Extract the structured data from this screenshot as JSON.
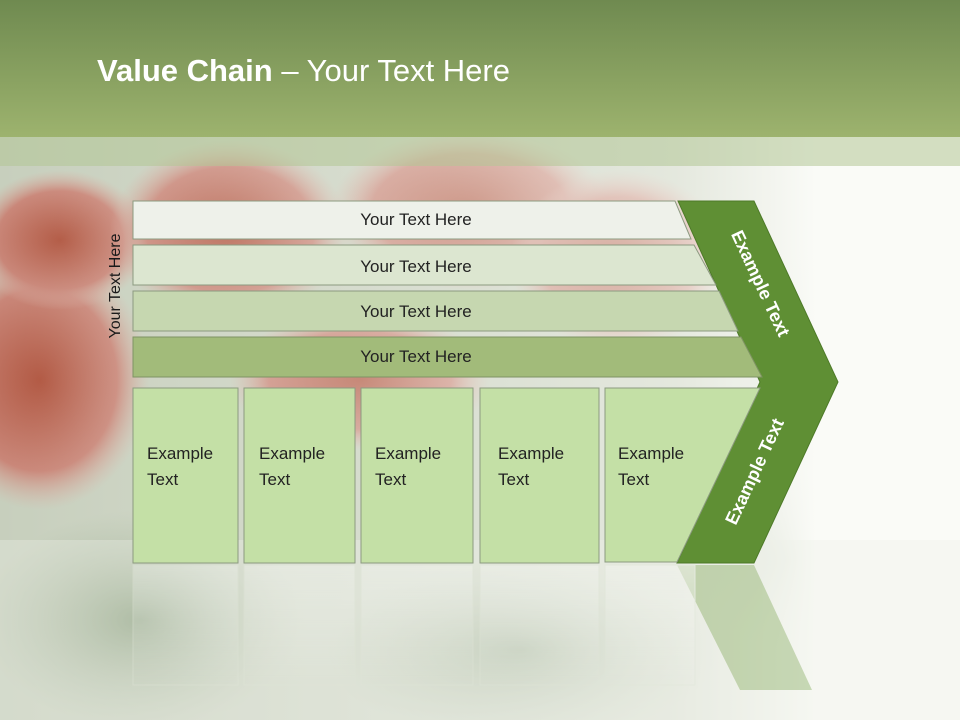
{
  "title": {
    "bold": "Value Chain",
    "rest": " – Your Text Here"
  },
  "vertical_label": "Your Text Here",
  "rows": [
    {
      "label": "Your Text Here",
      "fill": "#eef1ea"
    },
    {
      "label": "Your Text Here",
      "fill": "#dce6d0"
    },
    {
      "label": "Your Text Here",
      "fill": "#c6d7b0"
    },
    {
      "label": "Your Text Here",
      "fill": "#a2bb7a"
    }
  ],
  "boxes": [
    {
      "line1": "Example",
      "line2": "Text"
    },
    {
      "line1": "Example",
      "line2": "Text"
    },
    {
      "line1": "Example",
      "line2": "Text"
    },
    {
      "line1": "Example",
      "line2": "Text"
    },
    {
      "line1": "Example",
      "line2": "Text"
    }
  ],
  "chevron": {
    "upper_label": "Example Text",
    "lower_label": "Example Text"
  },
  "colors": {
    "header": "#86a05f",
    "chevron": "#5f8f34",
    "box_fill": "#c4e0a6"
  }
}
